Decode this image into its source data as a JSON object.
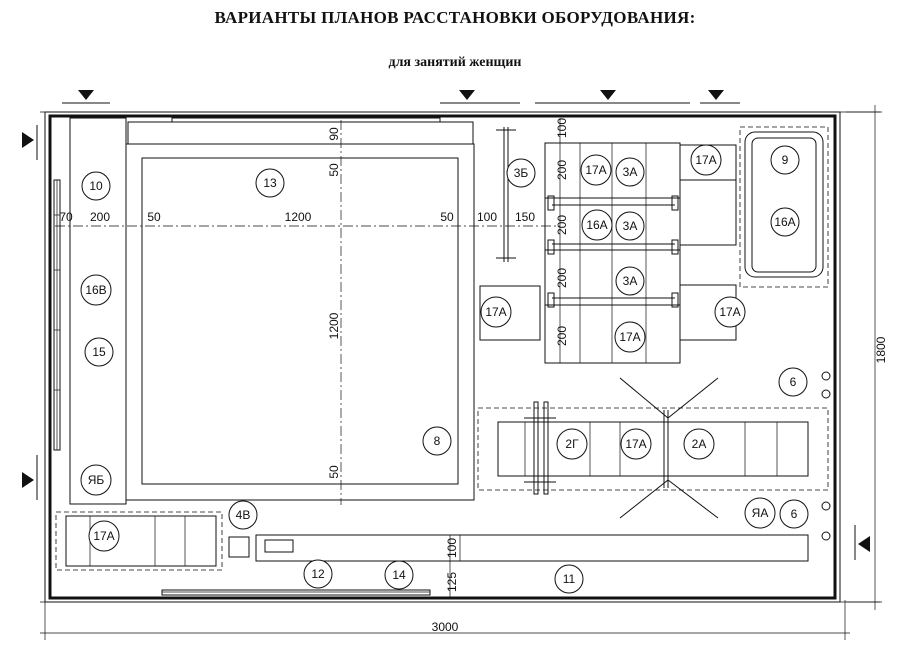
{
  "header": {
    "title": "ВАРИАНТЫ ПЛАНОВ РАССТАНОВКИ ОБОРУДОВАНИЯ:",
    "subtitle": "для занятий женщин"
  },
  "labels": {
    "n10": "10",
    "n13": "13",
    "n3b": "3Б",
    "n9": "9",
    "n16a_cab": "16А",
    "n17a_1": "17А",
    "n3a_1": "3А",
    "n17a_2": "17А",
    "n16a_2": "16А",
    "n3a_2": "3А",
    "n3a_3": "3А",
    "n17a_left": "17А",
    "n17a_right": "17А",
    "n17a_bot": "17А",
    "n16v": "16В",
    "n15": "15",
    "n8": "8",
    "n6_top": "6",
    "n6_bot": "6",
    "n2g": "2Г",
    "n17a_mid": "17А",
    "n2a": "2А",
    "nya": "ЯА",
    "nyb": "ЯБ",
    "n4v": "4В",
    "n17a_bl": "17А",
    "n12": "12",
    "n14": "14",
    "n11": "11"
  },
  "dimensions": {
    "d70": "70",
    "d200a": "200",
    "d50a": "50",
    "d1200h": "1200",
    "d50b": "50",
    "d100a": "100",
    "d150": "150",
    "d90": "90",
    "d50v1": "50",
    "d1200v": "1200",
    "d50v2": "50",
    "d100v": "100",
    "d200v1": "200",
    "d200v2": "200",
    "d200v3": "200",
    "d200v4": "200",
    "d1800": "1800",
    "d3000": "3000",
    "d100b": "100",
    "d125": "125"
  }
}
